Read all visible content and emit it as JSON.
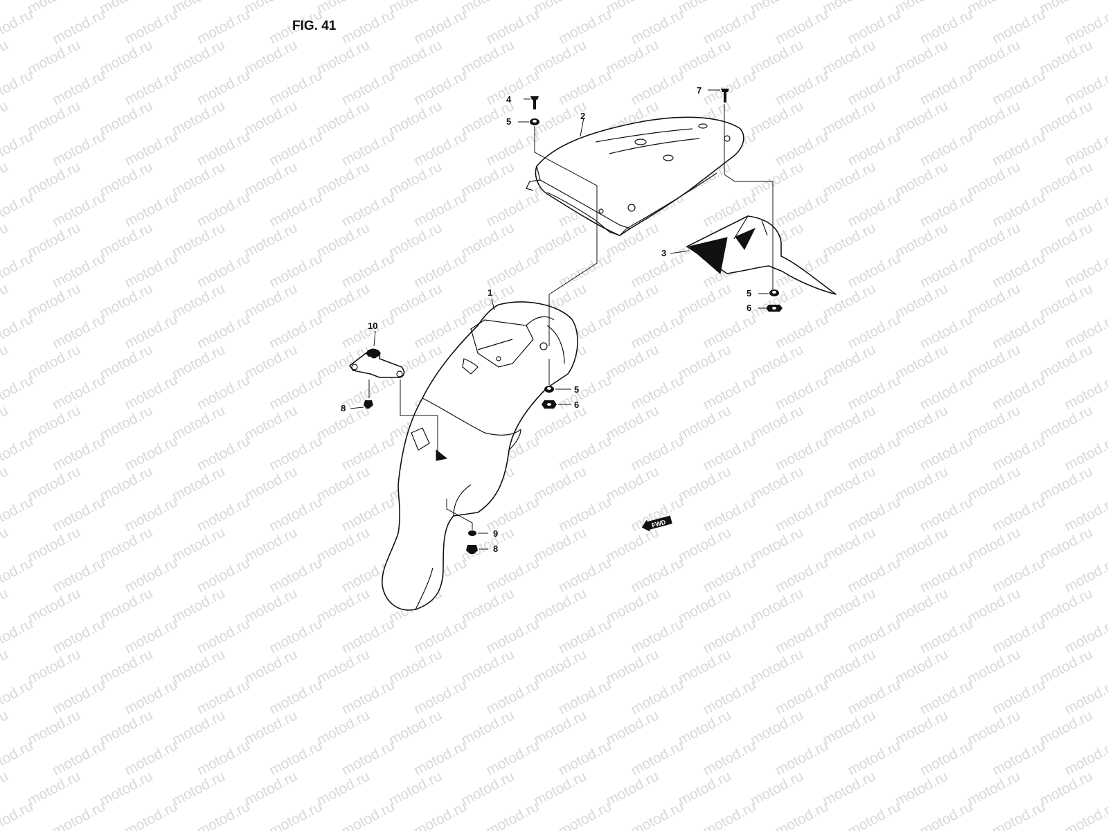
{
  "figure": {
    "title": "FIG. 41"
  },
  "watermark": {
    "text": "motod.ru"
  },
  "callouts": {
    "c1": "1",
    "c2": "2",
    "c3": "3",
    "c4": "4",
    "c5a": "5",
    "c5b": "5",
    "c5c": "5",
    "c6a": "6",
    "c6b": "6",
    "c7": "7",
    "c8a": "8",
    "c8b": "8",
    "c9": "9",
    "c10": "10"
  },
  "direction": {
    "text": "FWD"
  }
}
